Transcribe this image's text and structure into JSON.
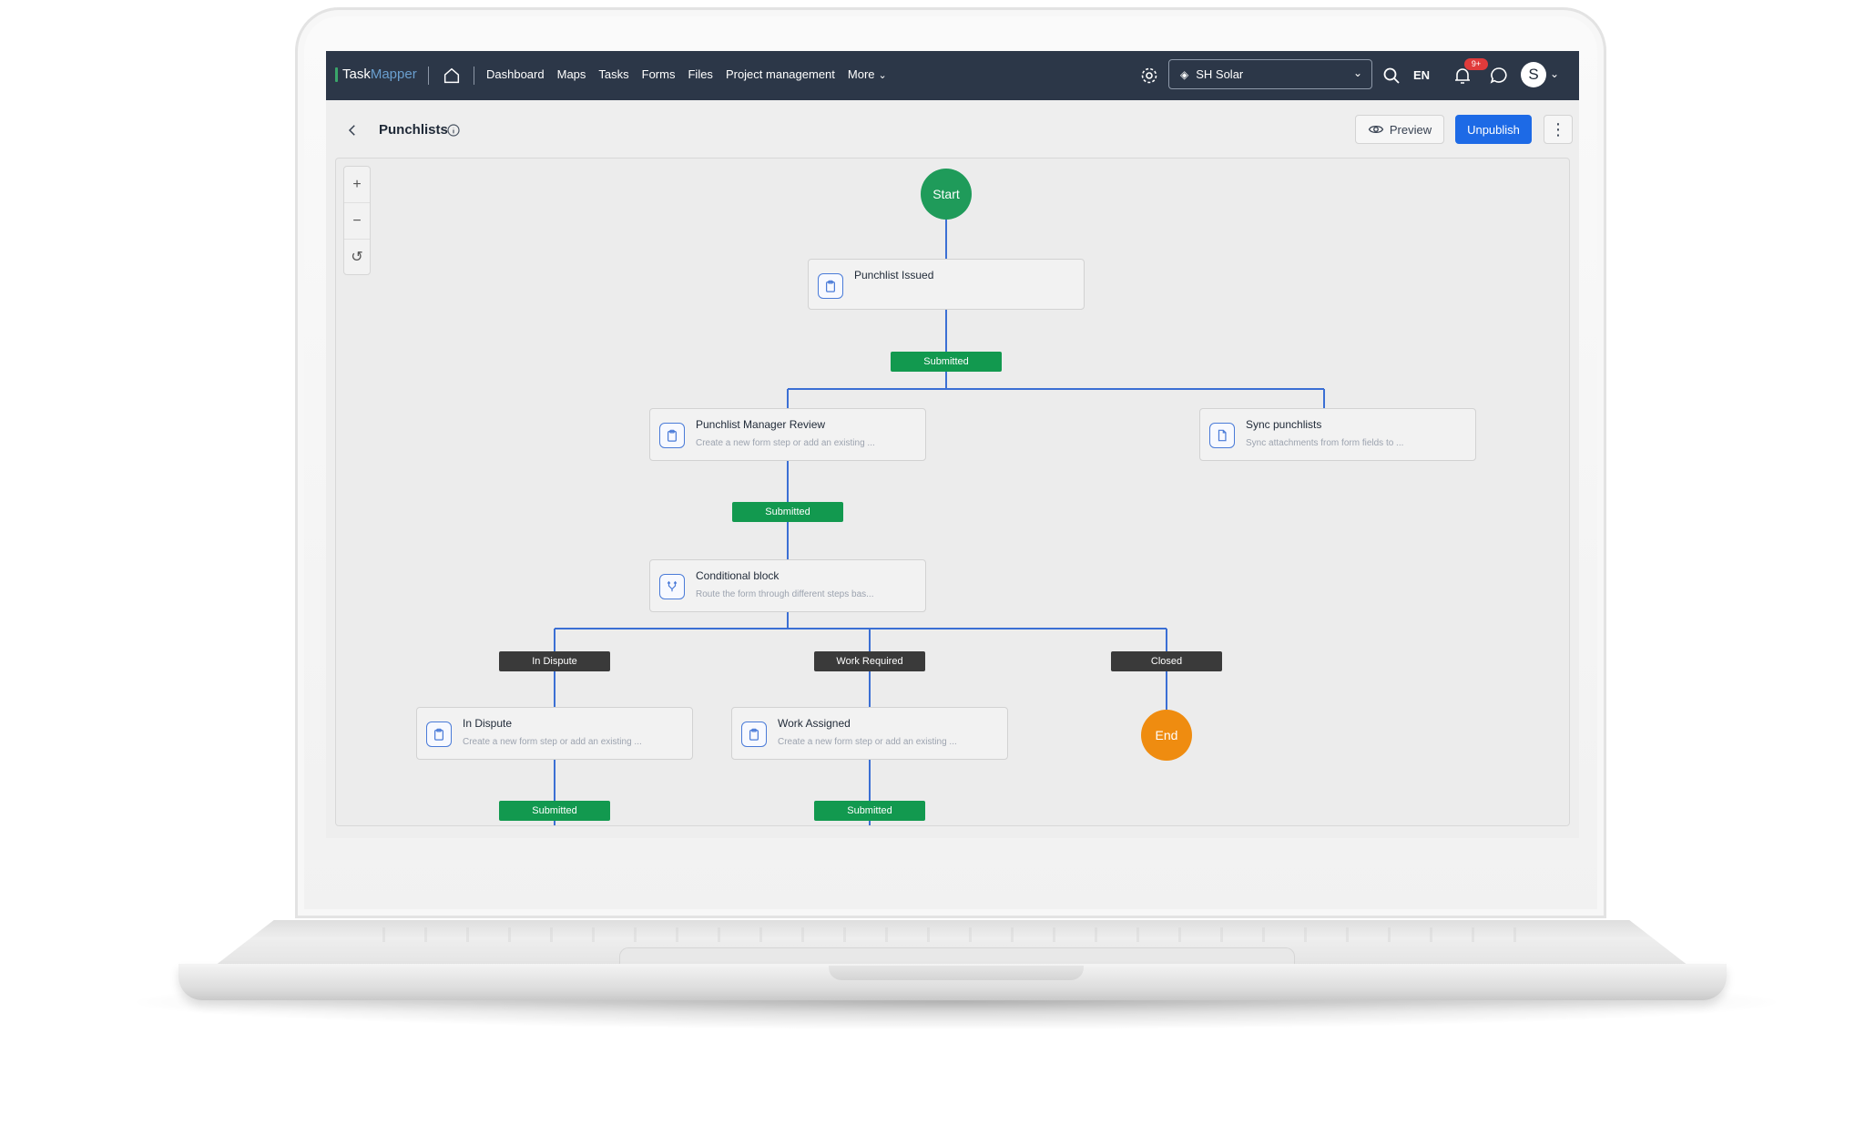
{
  "app": {
    "logo_part1": "Task",
    "logo_part2": "Mapper",
    "nav": [
      "Dashboard",
      "Maps",
      "Tasks",
      "Forms",
      "Files",
      "Project management",
      "More"
    ],
    "org_name": "SH Solar",
    "language": "EN",
    "notification_badge": "9+",
    "avatar_initial": "S"
  },
  "page": {
    "title": "Punchlists",
    "preview_label": "Preview",
    "unpublish_label": "Unpublish",
    "kebab": "⋮"
  },
  "zoom": {
    "in": "+",
    "out": "−",
    "reset": "↺"
  },
  "flow": {
    "start": "Start",
    "end": "End",
    "steps": [
      {
        "title": "Punchlist Issued",
        "subtitle": ""
      },
      {
        "title": "Punchlist Manager Review",
        "subtitle": "Create a new form step or add an existing ..."
      },
      {
        "title": "Sync punchlists",
        "subtitle": "Sync attachments from form fields to ..."
      },
      {
        "title": "Conditional block",
        "subtitle": "Route the form through different steps bas..."
      },
      {
        "title": "In Dispute",
        "subtitle": "Create a new form step or add an existing ..."
      },
      {
        "title": "Work Assigned",
        "subtitle": "Create a new form step or add an existing ..."
      }
    ],
    "labels": [
      "Submitted",
      "Submitted",
      "In Dispute",
      "Work Required",
      "Closed",
      "Submitted",
      "Submitted"
    ]
  },
  "colors": {
    "topbar": "#2c3748",
    "primary": "#1d6ae6",
    "start": "#1f9b5a",
    "end": "#ef8c10",
    "submitted": "#12994f",
    "branch": "#3a3a3a",
    "connector": "#3b6fd4"
  }
}
